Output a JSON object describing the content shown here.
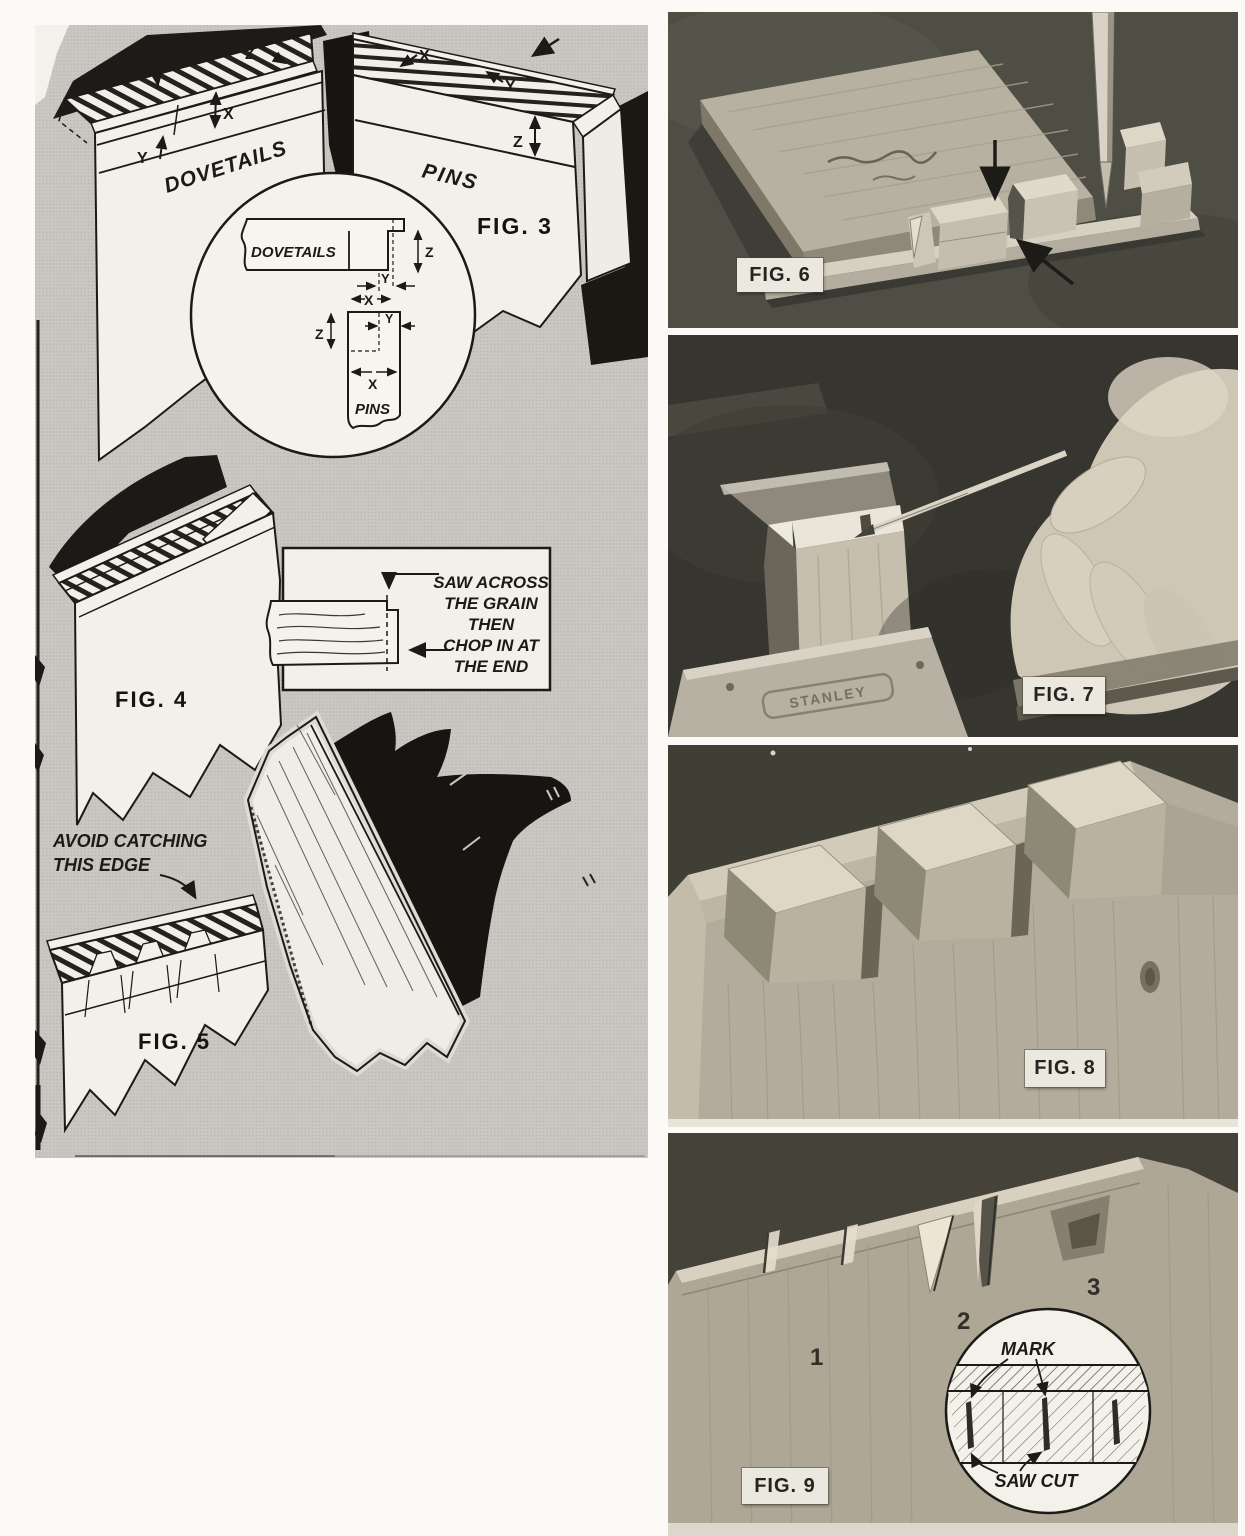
{
  "colors": {
    "page_bg": "#fbfaf7",
    "panel_bg": "#c9c7c1",
    "ink": "#1b1a17",
    "label_box_bg": "#ebe8df"
  },
  "fig3": {
    "label": "FIG. 3",
    "dovetails_board_label": "DOVETAILS",
    "pins_board_label": "PINS",
    "dim_x": "X",
    "dim_y": "Y",
    "dim_z": "Z",
    "inset": {
      "dovetails_label": "DOVETAILS",
      "pins_label": "PINS"
    }
  },
  "fig4": {
    "label": "FIG. 4",
    "callout_lines": [
      "SAW ACROSS",
      "THE GRAIN",
      "THEN",
      "CHOP IN AT",
      "THE END"
    ]
  },
  "fig5": {
    "label": "FIG. 5",
    "warning_lines": [
      "AVOID CATCHING",
      "THIS EDGE"
    ]
  },
  "fig6": {
    "label": "FIG. 6"
  },
  "fig7": {
    "label": "FIG. 7",
    "tool_stamp": "STANLEY"
  },
  "fig8": {
    "label": "FIG. 8"
  },
  "fig9": {
    "label": "FIG. 9",
    "step_numbers": [
      "1",
      "2",
      "3"
    ],
    "inset": {
      "mark_label": "MARK",
      "saw_cut_label": "SAW CUT"
    }
  }
}
